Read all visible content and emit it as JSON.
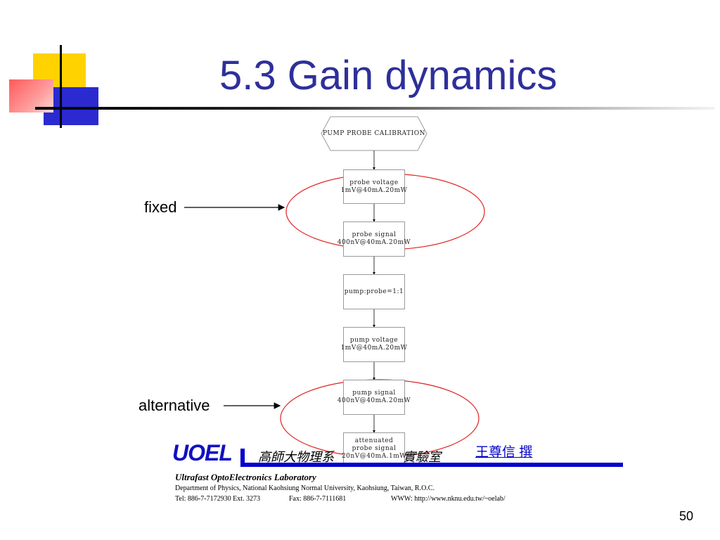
{
  "slide": {
    "title": "5.3 Gain dynamics",
    "page_number": "50"
  },
  "flowchart": {
    "start": "PUMP PROBE CALIBRATION",
    "steps": [
      {
        "line1": "probe voltage",
        "line2": "1mV@40mA.20mW"
      },
      {
        "line1": "probe signal",
        "line2": "400nV@40mA.20mW"
      },
      {
        "line1": "pump:probe=1:1",
        "line2": ""
      },
      {
        "line1": "pump voltage",
        "line2": "1mV@40mA.20mW"
      },
      {
        "line1": "pump signal",
        "line2": "400nV@40mA.20mW"
      },
      {
        "line1": "attenuated",
        "line2": "probe signal",
        "line3": "20nV@40mA.1mW"
      }
    ],
    "highlight_color": "#e02020"
  },
  "annotations": {
    "fixed": "fixed",
    "alternative": "alternative"
  },
  "footer": {
    "logo": "UOEL",
    "dept_zh": "高師大物理系",
    "lab_zh": "實驗室",
    "author": "王尊信 撰",
    "lab_en": "Ultrafast OptoElectronics Laboratory",
    "address": "Department of Physics, National Kaohsiung Normal University, Kaohsiung, Taiwan, R.O.C.",
    "tel": "Tel: 886-7-7172930 Ext. 3273",
    "fax": "Fax: 886-7-7111681",
    "www": "WWW: http://www.nknu.edu.tw/~oelab/"
  },
  "colors": {
    "title": "#2f2f9a",
    "logo_blue": "#1010c0",
    "corner_yellow": "#ffd200",
    "corner_blue": "#2a2ad0",
    "corner_red": "#ff5a5a"
  }
}
